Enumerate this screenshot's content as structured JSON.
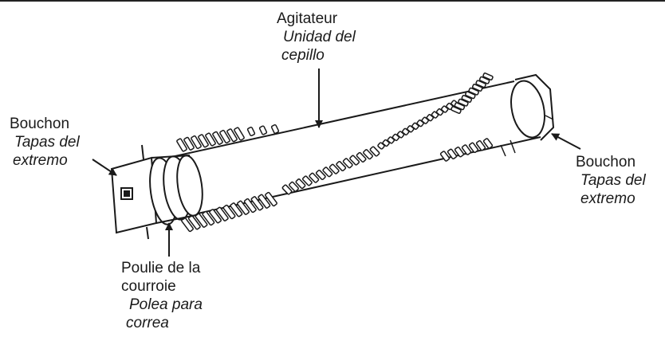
{
  "labels": {
    "agitator": {
      "fr": "Agitateur",
      "es_line1": "Unidad del",
      "es_line2": "cepillo"
    },
    "left_cap": {
      "fr": "Bouchon",
      "es_line1": "Tapas del",
      "es_line2": "extremo"
    },
    "right_cap": {
      "fr": "Bouchon",
      "es_line1": "Tapas del",
      "es_line2": "extremo"
    },
    "pulley": {
      "fr_line1": "Poulie de la",
      "fr_line2": "courroie",
      "es_line1": "Polea para",
      "es_line2": "correa"
    }
  },
  "colors": {
    "ink": "#1a1a1a",
    "background": "#ffffff"
  }
}
